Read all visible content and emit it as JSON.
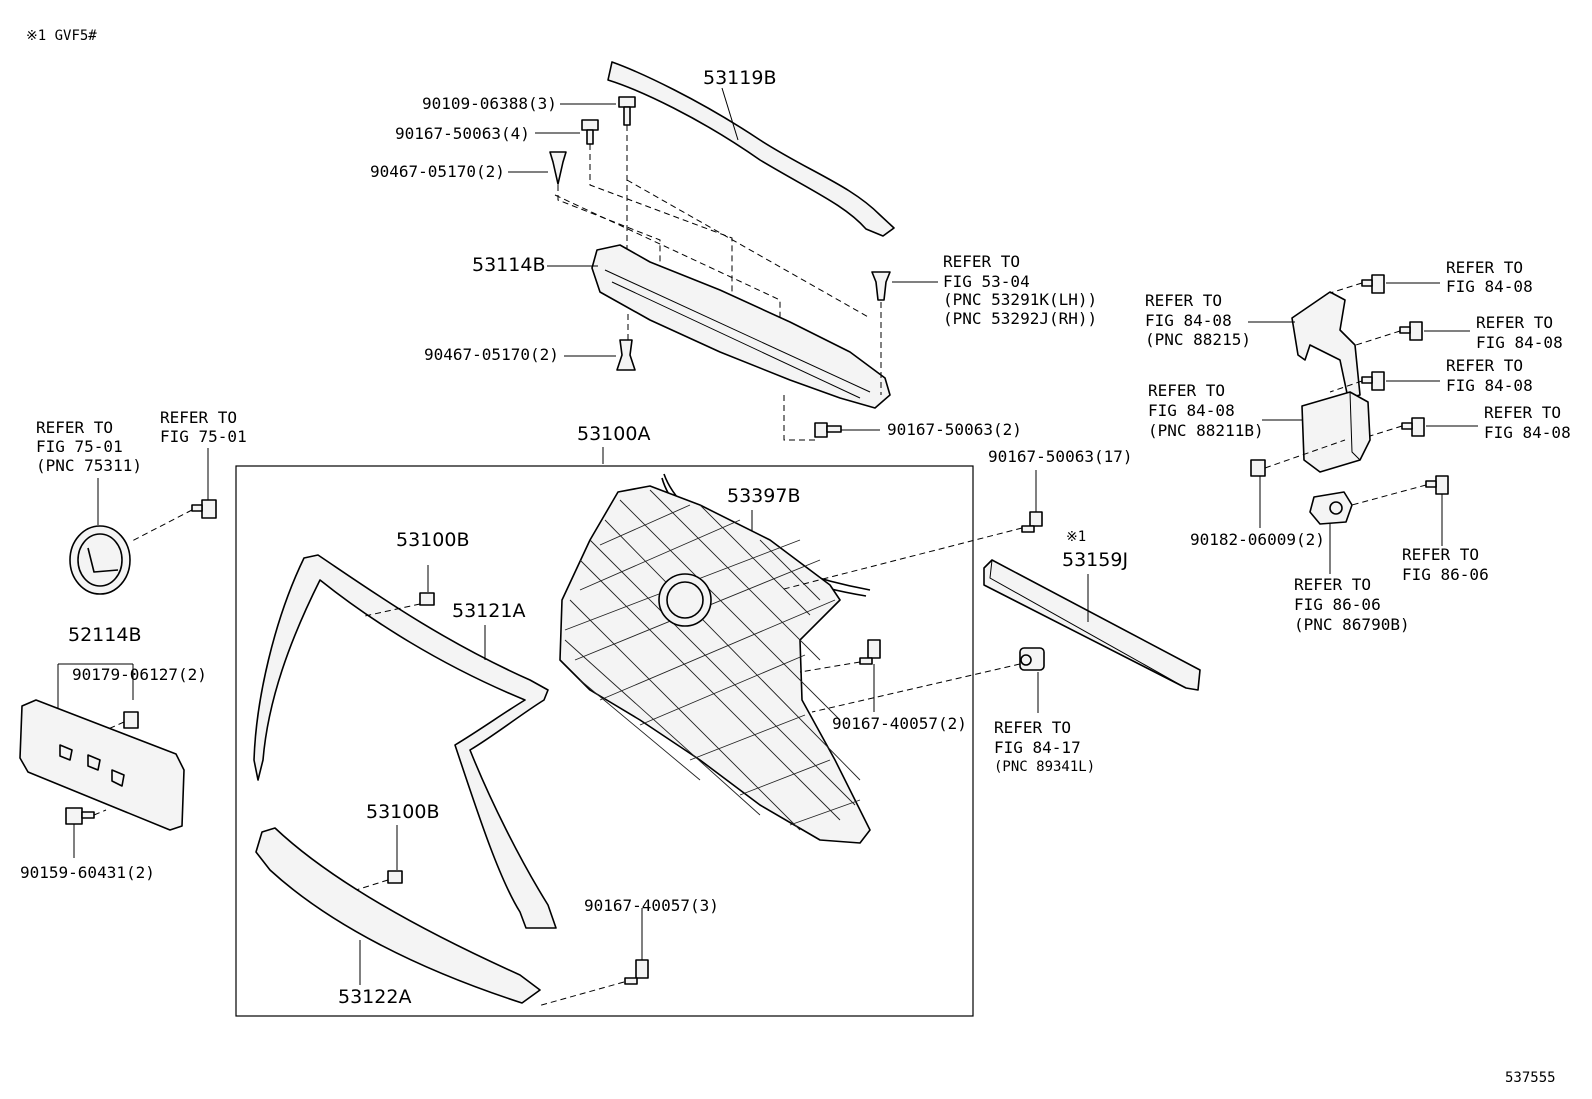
{
  "header_note": "※1 GVF5#",
  "footer_id": "537555",
  "labels": {
    "p53119B": "53119B",
    "b90109": "90109-06388(3)",
    "b90167_4": "90167-50063(4)",
    "c90467_top": "90467-05170(2)",
    "p53114B": "53114B",
    "c90467_bot": "90467-05170(2)",
    "b90167_2": "90167-50063(2)",
    "p53100A": "53100A",
    "b90167_17": "90167-50063(17)",
    "p53397B": "53397B",
    "p53100B_top": "53100B",
    "p53121A": "53121A",
    "b40057_2": "90167-40057(2)",
    "p53100B_bot": "53100B",
    "b40057_3": "90167-40057(3)",
    "p53122A": "53122A",
    "mark_53159J": "※1",
    "p53159J": "53159J",
    "p52114B": "52114B",
    "c90179": "90179-06127(2)",
    "b90159": "90159-60431(2)",
    "n90182": "90182-06009(2)"
  },
  "refs": {
    "r75_emblem": [
      "REFER TO",
      "FIG 75-01",
      "(PNC 75311)"
    ],
    "r75_bolt": [
      "REFER TO",
      "FIG 75-01"
    ],
    "r53_04": [
      "REFER TO",
      "FIG 53-04",
      "(PNC 53291K(LH))",
      "(PNC 53292J(RH))"
    ],
    "r84_bracket": [
      "REFER TO",
      "FIG 84-08",
      "(PNC 88215)"
    ],
    "r84_b1": [
      "REFER TO",
      "FIG 84-08"
    ],
    "r84_b2": [
      "REFER TO",
      "FIG 84-08"
    ],
    "r84_b3": [
      "REFER TO",
      "FIG 84-08"
    ],
    "r84_module": [
      "REFER TO",
      "FIG 84-08",
      "(PNC 88211B)"
    ],
    "r84_b4": [
      "REFER TO",
      "FIG 84-08"
    ],
    "r86_sensor": [
      "REFER TO",
      "FIG 86-06",
      "(PNC 86790B)"
    ],
    "r86_bolt": [
      "REFER TO",
      "FIG 86-06"
    ],
    "r84_17": [
      "REFER TO",
      "FIG 84-17",
      "(PNC 89341L)"
    ]
  }
}
